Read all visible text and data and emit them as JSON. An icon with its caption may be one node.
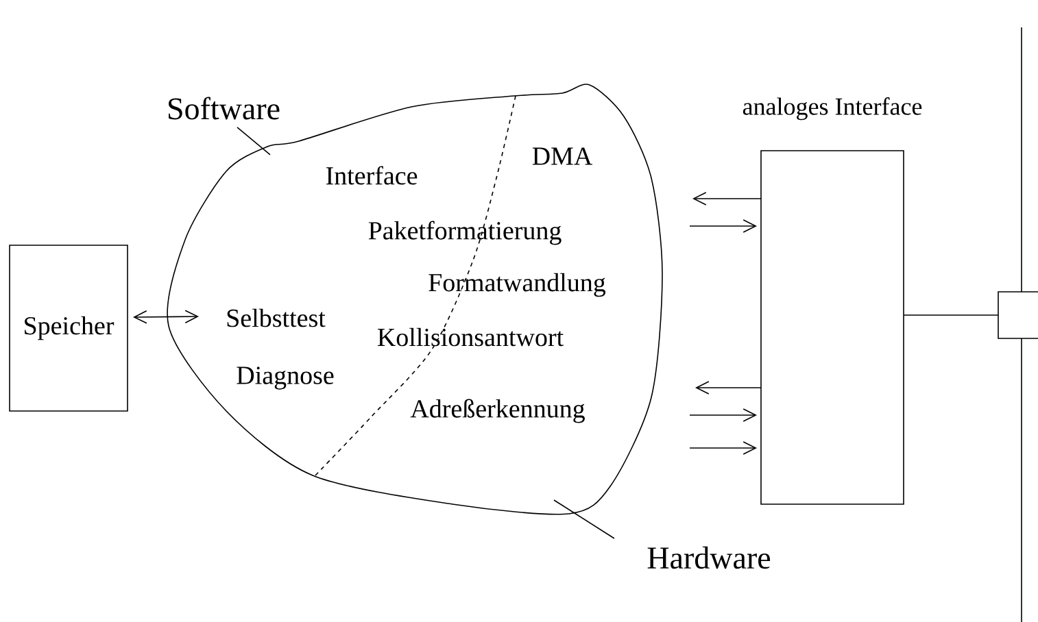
{
  "diagram": {
    "nodes": [
      {
        "text": [
          "Speicher"
        ]
      },
      {
        "text": [],
        "shape": "cloud"
      },
      {
        "text": [
          "Software"
        ]
      },
      {
        "text": [
          "Hardware"
        ]
      },
      {
        "text": [
          "analoges Interface"
        ]
      },
      {
        "text": [],
        "shape": "box"
      }
    ],
    "edges": [
      {
        "from": 0,
        "to": 1,
        "arrow": "both"
      },
      {
        "from": 2,
        "to": 1,
        "arrow": "none"
      },
      {
        "from": 3,
        "to": 1,
        "arrow": "none"
      },
      {
        "from": 4,
        "to": null,
        "arrow": "to"
      },
      {
        "from": null,
        "to": 4,
        "arrow": "to"
      },
      {
        "from": 4,
        "to": null,
        "arrow": "to"
      },
      {
        "from": null,
        "to": 4,
        "arrow": "to"
      },
      {
        "from": null,
        "to": 4,
        "arrow": "to"
      },
      {
        "from": 4,
        "to": 5,
        "arrow": "none"
      }
    ],
    "labels": [
      "Interface",
      "DMA",
      "Paketformatierung",
      "Formatwandlung",
      "Selbsttest",
      "Kollisionsantwort",
      "Diagnose",
      "Adreßerkennung"
    ]
  }
}
